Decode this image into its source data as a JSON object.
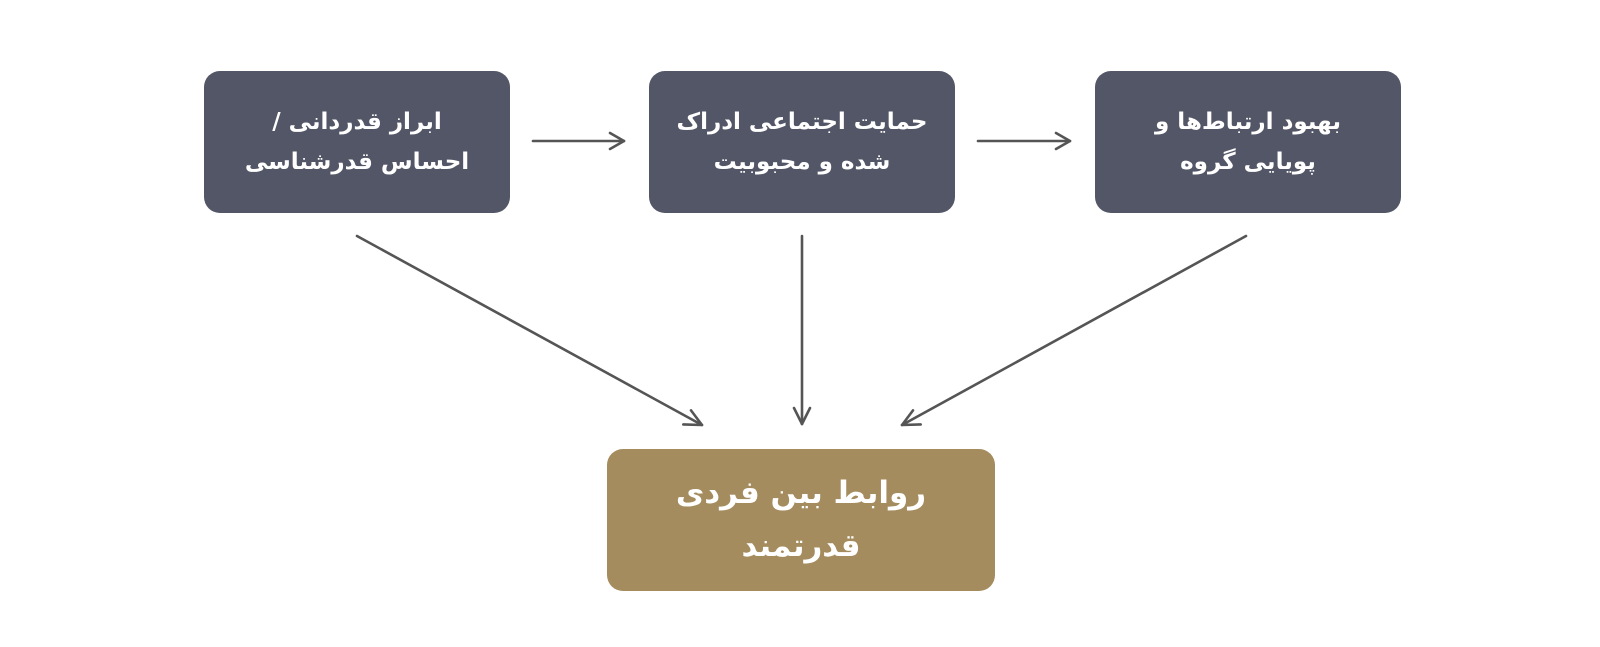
{
  "nodes": {
    "appreciation": "ابراز قدردانی / احساس قدرشناسی",
    "support": "حمایت اجتماعی ادراک شده و محبوبیت",
    "group": "بهبود ارتباط‌ها و پویایی گروه",
    "outcome": "روابط بین فردی قدرتمند"
  },
  "colors": {
    "top_box": "#535666",
    "bottom_box": "#a58c5e",
    "arrow": "#555555",
    "text": "#ffffff"
  }
}
